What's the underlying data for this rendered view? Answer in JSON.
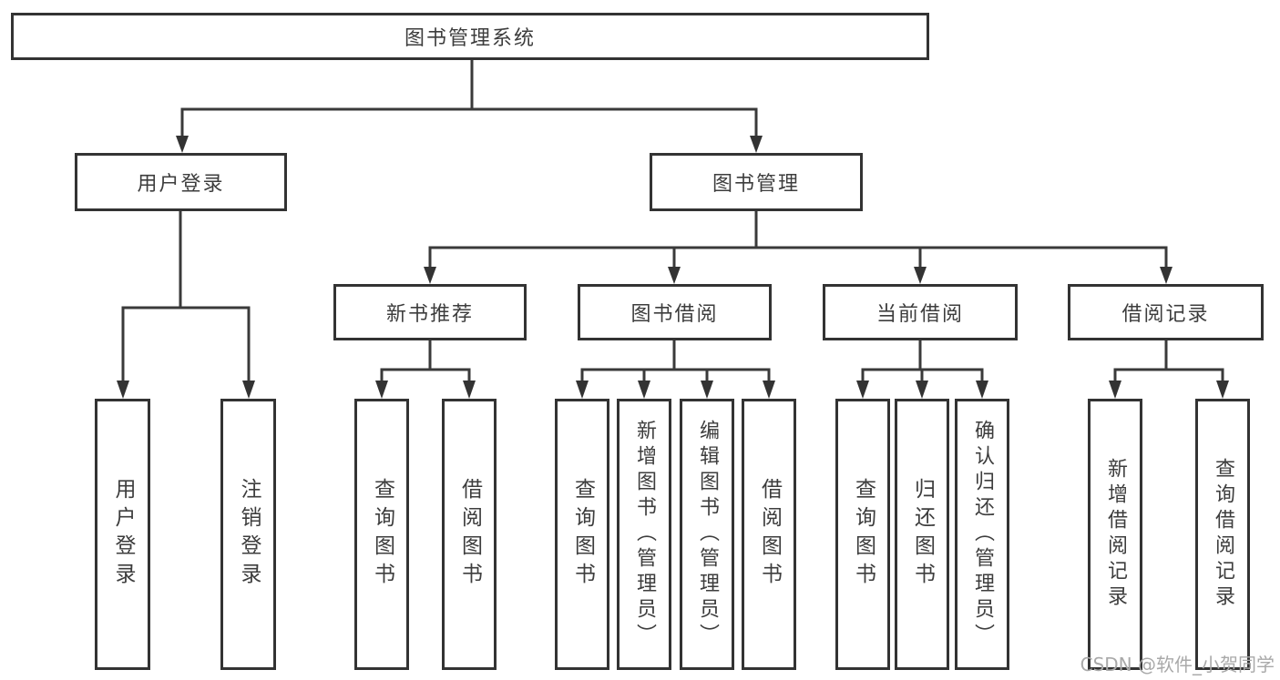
{
  "tree": {
    "label": "图书管理系统",
    "children": [
      {
        "label": "用户登录",
        "children": [
          {
            "label": "用户登录"
          },
          {
            "label": "注销登录"
          }
        ]
      },
      {
        "label": "图书管理",
        "children": [
          {
            "label": "新书推荐",
            "children": [
              {
                "label": "查询图书"
              },
              {
                "label": "借阅图书"
              }
            ]
          },
          {
            "label": "图书借阅",
            "children": [
              {
                "label": "查询图书"
              },
              {
                "label": "新增图书（管理员）"
              },
              {
                "label": "编辑图书（管理员）"
              },
              {
                "label": "借阅图书"
              }
            ]
          },
          {
            "label": "当前借阅",
            "children": [
              {
                "label": "查询图书"
              },
              {
                "label": "归还图书"
              },
              {
                "label": "确认归还（管理员）"
              }
            ]
          },
          {
            "label": "借阅记录",
            "children": [
              {
                "label": "新增借阅记录"
              },
              {
                "label": "查询借阅记录"
              }
            ]
          }
        ]
      }
    ]
  },
  "watermark": {
    "text": "CSDN @软件_小贺同学"
  },
  "colors": {
    "box_border": "#333333",
    "connector": "#3a3a3a",
    "text": "#3d3d3d",
    "background": "#ffffff",
    "watermark": "#a9a9a9"
  }
}
